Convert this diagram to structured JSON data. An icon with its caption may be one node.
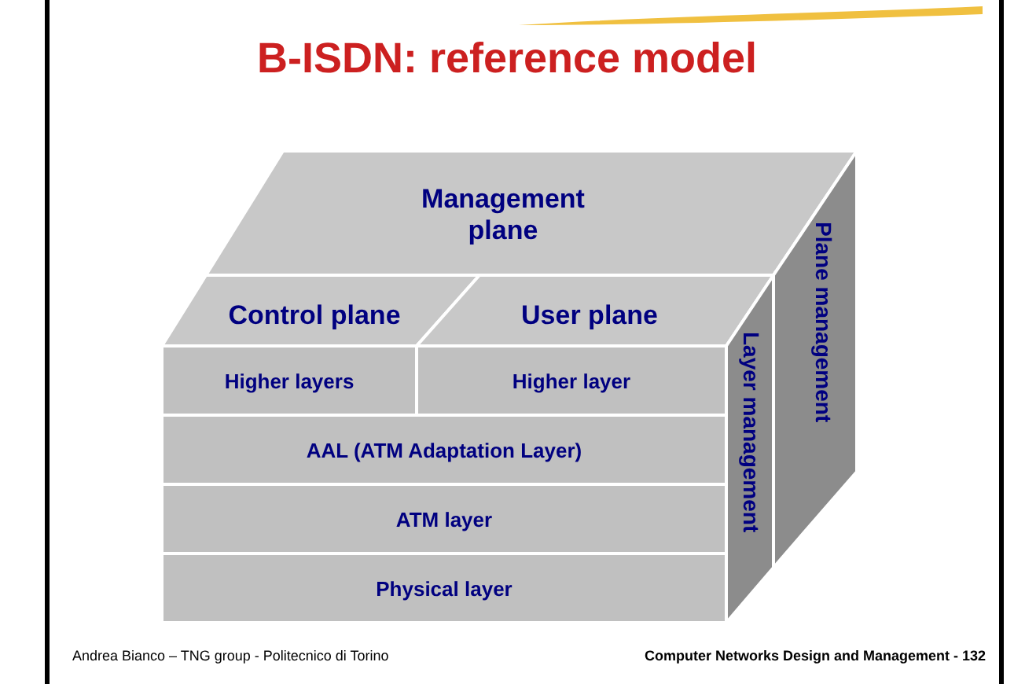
{
  "diagram": {
    "title": "B-ISDN: reference model",
    "nodes": [
      {
        "text": [
          "Management plane"
        ]
      },
      {
        "text": [
          "Control plane"
        ]
      },
      {
        "text": [
          "User plane"
        ]
      },
      {
        "text": [
          "Higher layers"
        ]
      },
      {
        "text": [
          "Higher layer"
        ]
      },
      {
        "text": [
          "AAL (ATM Adaptation Layer)"
        ]
      },
      {
        "text": [
          "ATM layer"
        ]
      },
      {
        "text": [
          "Physical layer"
        ]
      },
      {
        "text": [
          "Layer management"
        ]
      },
      {
        "text": [
          "Plane management"
        ]
      }
    ],
    "edges": [],
    "labels": [
      "Andrea Bianco – TNG group - Politecnico di Torino",
      "Computer Networks Design and Management - 132"
    ]
  }
}
